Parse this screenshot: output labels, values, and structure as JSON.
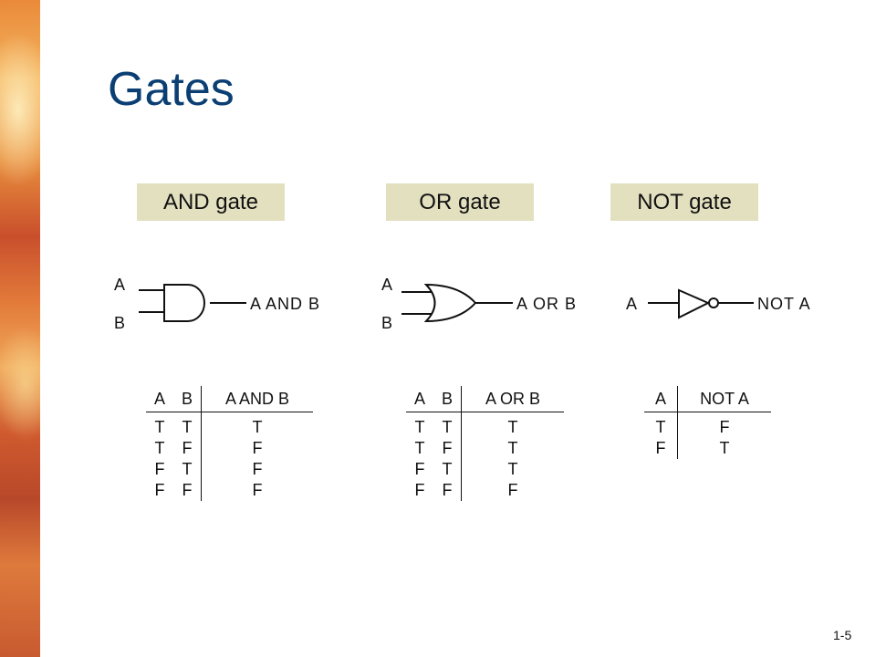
{
  "slide": {
    "title": "Gates",
    "page_number": "1-5"
  },
  "gates": {
    "and": {
      "label": "AND gate",
      "input_a": "A",
      "input_b": "B",
      "output": "A AND B",
      "table": {
        "headers": [
          "A",
          "B",
          "A AND B"
        ],
        "rows": [
          [
            "T",
            "T",
            "T"
          ],
          [
            "T",
            "F",
            "F"
          ],
          [
            "F",
            "T",
            "F"
          ],
          [
            "F",
            "F",
            "F"
          ]
        ]
      }
    },
    "or": {
      "label": "OR gate",
      "input_a": "A",
      "input_b": "B",
      "output": "A OR B",
      "table": {
        "headers": [
          "A",
          "B",
          "A OR B"
        ],
        "rows": [
          [
            "T",
            "T",
            "T"
          ],
          [
            "T",
            "F",
            "T"
          ],
          [
            "F",
            "T",
            "T"
          ],
          [
            "F",
            "F",
            "F"
          ]
        ]
      }
    },
    "not": {
      "label": "NOT gate",
      "input": "A",
      "output": "NOT A",
      "table": {
        "headers": [
          "A",
          "NOT A"
        ],
        "rows": [
          [
            "T",
            "F"
          ],
          [
            "F",
            "T"
          ]
        ]
      }
    }
  }
}
